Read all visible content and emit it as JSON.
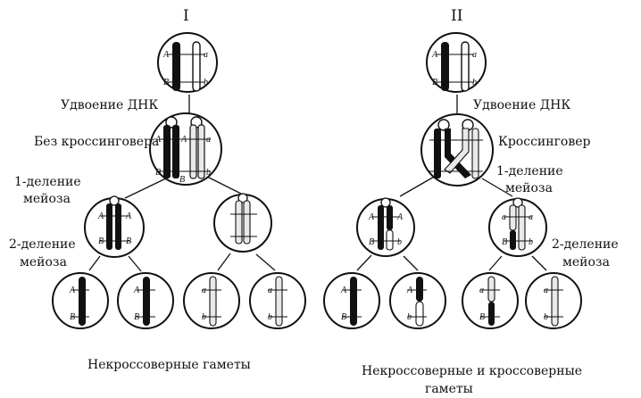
{
  "panels": [
    {
      "id": "I",
      "roman": "I",
      "labels": {
        "dup": "Удвоение ДНК",
        "cross": "Без кроссинговера",
        "div1_a": "1-деление",
        "div1_b": "мейоза",
        "div2_a": "2-деление",
        "div2_b": "мейоза"
      },
      "caption": [
        "Некроссоверные гаметы"
      ]
    },
    {
      "id": "II",
      "roman": "II",
      "labels": {
        "dup": "Удвоение ДНК",
        "cross": "Кроссинговер",
        "div1_a": "1-деление",
        "div1_b": "мейоза",
        "div2_a": "2-деление",
        "div2_b": "мейоза"
      },
      "caption": [
        "Некроссоверные и кроссоверные",
        "гаметы"
      ]
    }
  ],
  "genes": {
    "A": "A",
    "a": "a",
    "B": "B",
    "b": "b"
  },
  "colors": {
    "ink": "#111111",
    "light": "#e9e9e9",
    "paper": "#ffffff"
  }
}
